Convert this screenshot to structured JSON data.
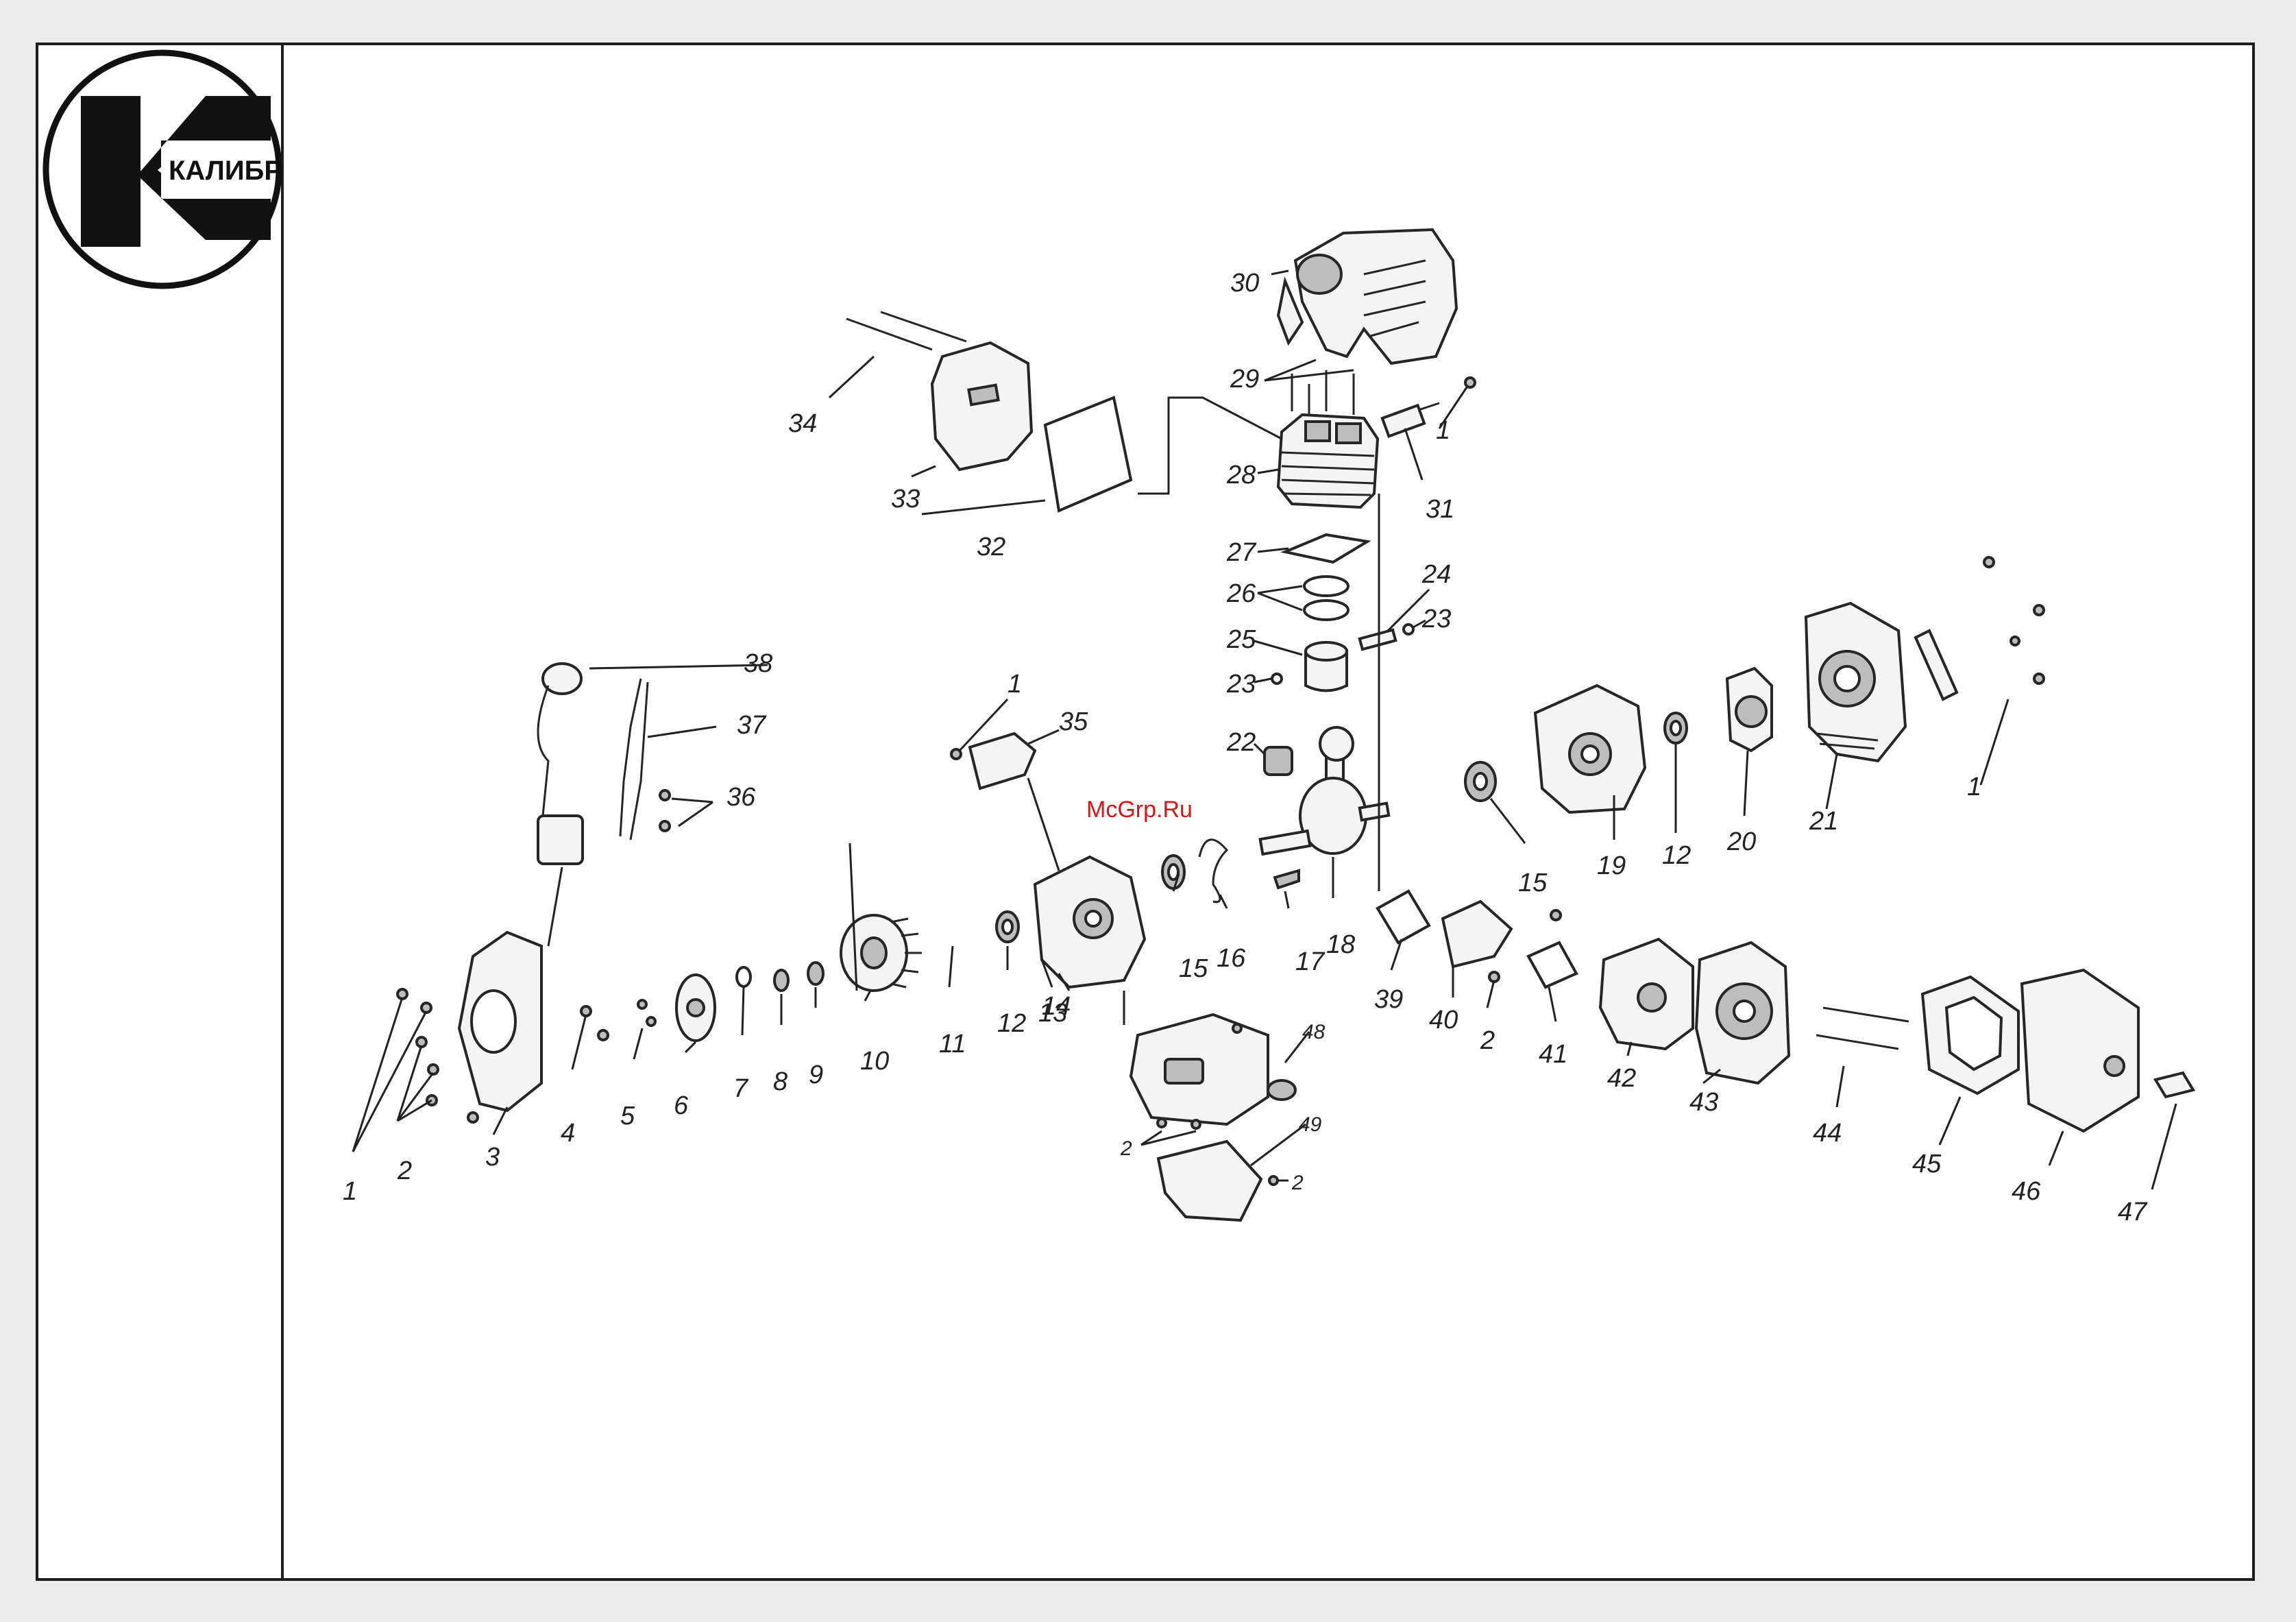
{
  "brand": {
    "logo_text": "КАЛИБР"
  },
  "watermark": "McGrp.Ru",
  "callouts": {
    "c1": "1",
    "c2": "2",
    "c3": "3",
    "c4": "4",
    "c5": "5",
    "c6": "6",
    "c7": "7",
    "c8": "8",
    "c9": "9",
    "c10": "10",
    "c11": "11",
    "c12": "12",
    "c13": "13",
    "c14": "14",
    "c15": "15",
    "c16": "16",
    "c17": "17",
    "c18": "18",
    "c19": "19",
    "c20": "20",
    "c21": "21",
    "c22": "22",
    "c23": "23",
    "c24": "24",
    "c25": "25",
    "c26": "26",
    "c27": "27",
    "c28": "28",
    "c29": "29",
    "c30": "30",
    "c31": "31",
    "c32": "32",
    "c33": "33",
    "c34": "34",
    "c35": "35",
    "c36": "36",
    "c37": "37",
    "c38": "38",
    "c39": "39",
    "c40": "40",
    "c41": "41",
    "c42": "42",
    "c43": "43",
    "c44": "44",
    "c45": "45",
    "c46": "46",
    "c47": "47",
    "c48": "48",
    "c49": "49"
  }
}
